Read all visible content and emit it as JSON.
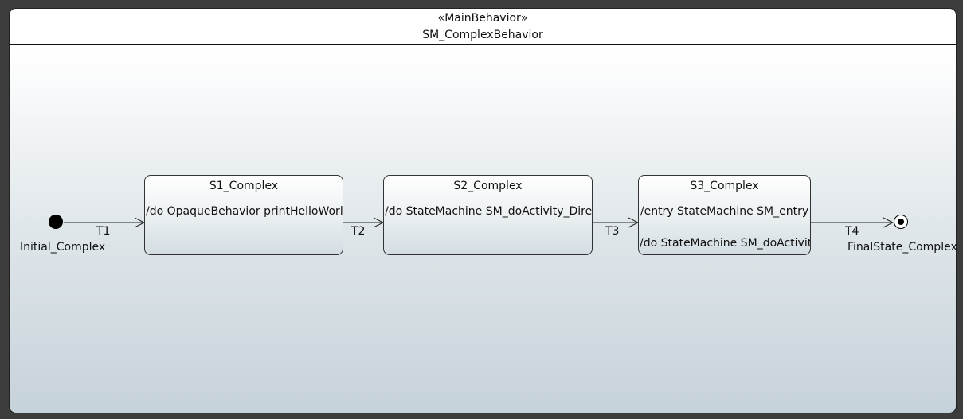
{
  "diagram": {
    "stereotype": "«MainBehavior»",
    "name": "SM_ComplexBehavior"
  },
  "initial": {
    "label": "Initial_Complex"
  },
  "final": {
    "label": "FinalState_Complex"
  },
  "states": [
    {
      "name": "S1_Complex",
      "behaviors": [
        "/do OpaqueBehavior printHelloWorld"
      ]
    },
    {
      "name": "S2_Complex",
      "behaviors": [
        "/do StateMachine SM_doActivity_Direct"
      ]
    },
    {
      "name": "S3_Complex",
      "behaviors": [
        "/entry StateMachine SM_entry",
        "/do StateMachine SM_doActivity"
      ]
    }
  ],
  "transitions": [
    {
      "label": "T1"
    },
    {
      "label": "T2"
    },
    {
      "label": "T3"
    },
    {
      "label": "T4"
    }
  ]
}
